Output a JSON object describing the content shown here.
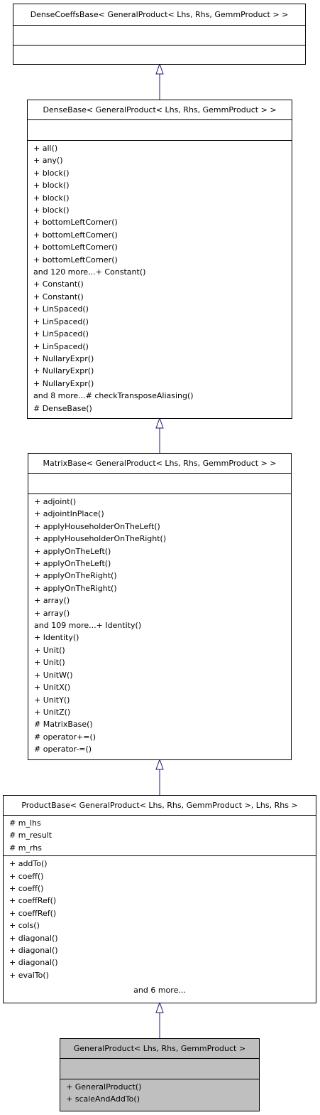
{
  "diagram": {
    "classes": [
      {
        "id": "densecoeffsbase",
        "title": "DenseCoeffsBase< GeneralProduct< Lhs, Rhs, GemmProduct > >",
        "attributes": [],
        "methods": [],
        "more": ""
      },
      {
        "id": "densebase",
        "title": "DenseBase< GeneralProduct< Lhs, Rhs, GemmProduct > >",
        "attributes": [],
        "methods": [
          "+ all()",
          "+ any()",
          "+ block()",
          "+ block()",
          "+ block()",
          "+ block()",
          "+ bottomLeftCorner()",
          "+ bottomLeftCorner()",
          "+ bottomLeftCorner()",
          "+ bottomLeftCorner()",
          "and 120 more...+ Constant()",
          "+ Constant()",
          "+ Constant()",
          "+ LinSpaced()",
          "+ LinSpaced()",
          "+ LinSpaced()",
          "+ LinSpaced()",
          "+ NullaryExpr()",
          "+ NullaryExpr()",
          "+ NullaryExpr()",
          "and 8 more...# checkTransposeAliasing()",
          "# DenseBase()"
        ],
        "more": ""
      },
      {
        "id": "matrixbase",
        "title": "MatrixBase< GeneralProduct< Lhs, Rhs, GemmProduct > >",
        "attributes": [],
        "methods": [
          "+ adjoint()",
          "+ adjointInPlace()",
          "+ applyHouseholderOnTheLeft()",
          "+ applyHouseholderOnTheRight()",
          "+ applyOnTheLeft()",
          "+ applyOnTheLeft()",
          "+ applyOnTheRight()",
          "+ applyOnTheRight()",
          "+ array()",
          "+ array()",
          "and 109 more...+ Identity()",
          "+ Identity()",
          "+ Unit()",
          "+ Unit()",
          "+ UnitW()",
          "+ UnitX()",
          "+ UnitY()",
          "+ UnitZ()",
          "# MatrixBase()",
          "# operator+=()",
          "# operator-=()"
        ],
        "more": ""
      },
      {
        "id": "productbase",
        "title": "ProductBase< GeneralProduct< Lhs, Rhs, GemmProduct >, Lhs, Rhs >",
        "attributes": [
          "# m_lhs",
          "# m_result",
          "# m_rhs"
        ],
        "methods": [
          "+ addTo()",
          "+ coeff()",
          "+ coeff()",
          "+ coeffRef()",
          "+ coeffRef()",
          "+ cols()",
          "+ diagonal()",
          "+ diagonal()",
          "+ diagonal()",
          "+ evalTo()"
        ],
        "more": "and 6 more..."
      },
      {
        "id": "generalproduct",
        "title": "GeneralProduct< Lhs, Rhs, GemmProduct >",
        "attributes": [],
        "methods": [
          "+ GeneralProduct()",
          "+ scaleAndAddTo()"
        ],
        "more": ""
      }
    ],
    "inheritance": [
      {
        "from": "densebase",
        "to": "densecoeffsbase"
      },
      {
        "from": "matrixbase",
        "to": "densebase"
      },
      {
        "from": "productbase",
        "to": "matrixbase"
      },
      {
        "from": "generalproduct",
        "to": "productbase"
      }
    ],
    "colors": {
      "box_fill": "#ffffff",
      "current_fill": "#bfbfbf",
      "edge": "#191970",
      "border": "#000000"
    }
  }
}
